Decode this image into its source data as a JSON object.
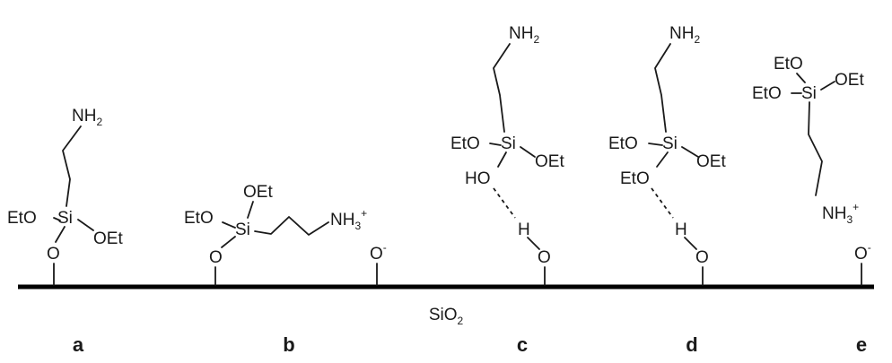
{
  "atoms": {
    "nh2_main": "NH",
    "nh2_sub": "2",
    "nh3_main": "NH",
    "nh3_sub": "3",
    "nh3_sup": "+",
    "si": "Si",
    "oet": "OEt",
    "eto": "EtO",
    "o": "O",
    "o_minus_main": "O",
    "o_minus_sup": "-",
    "h": "H",
    "ho": "HO",
    "eto_hbond": "EtO"
  },
  "substrate": {
    "main": "SiO",
    "sub": "2"
  },
  "panels": [
    "a",
    "b",
    "c",
    "d",
    "e"
  ],
  "colors": {
    "ink": "#1a1a1a",
    "surface": "#000000",
    "background": "#ffffff"
  }
}
